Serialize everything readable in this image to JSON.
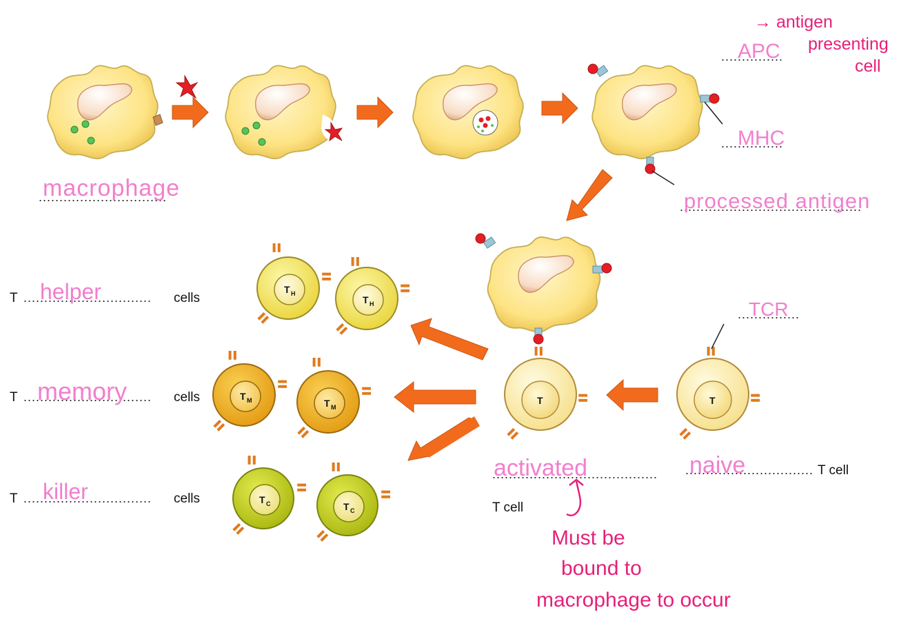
{
  "labels": {
    "macrophage_hw": "macrophage",
    "apc_hw": "APC",
    "apc_note_1": "→ antigen",
    "apc_note_2": "presenting",
    "apc_note_3": "cell",
    "mhc_hw": "MHC",
    "processed_antigen_hw": "processed antigen",
    "tcr_hw": "TCR",
    "helper_hw": "helper",
    "memory_hw": "memory",
    "killer_hw": "killer",
    "activated_hw": "activated",
    "naive_hw": "naive",
    "must_be_1": "Must be",
    "must_be_2": "bound to",
    "must_be_3": "macrophage to occur"
  },
  "printed": {
    "t_prefix": "T",
    "cells_suffix": "cells",
    "t_cell": "T cell",
    "dots_macrophage": "...............................",
    "dots_apc": "...............",
    "dots_mhc": "...............",
    "dots_processed": "............................................",
    "dots_tcr": "...............",
    "dots_helper": "...............................",
    "dots_memory": "...............................",
    "dots_killer": "...............................",
    "dots_activated": "........................................",
    "dots_naive": "..............................."
  },
  "cell_letters": {
    "t": "T",
    "sub_h": "H",
    "sub_m": "M",
    "sub_c": "C"
  },
  "colors": {
    "macrophage_fill": "#fde383",
    "macrophage_edge": "#c4ad54",
    "nucleus_fill": "#f5d2b8",
    "arrow": "#f26b1d",
    "receptor": "#e07a1e",
    "mhc_stalk": "#9cc6d6",
    "antigen": "#e31e24",
    "vesicle": "#57c35a",
    "t_naive": "#fdf1b6",
    "t_helper": "#fbee68",
    "t_memory": "#f4b92b",
    "t_killer": "#cfdc24",
    "pink_hand": "#f17fcd",
    "magenta_hand": "#e6207a"
  }
}
